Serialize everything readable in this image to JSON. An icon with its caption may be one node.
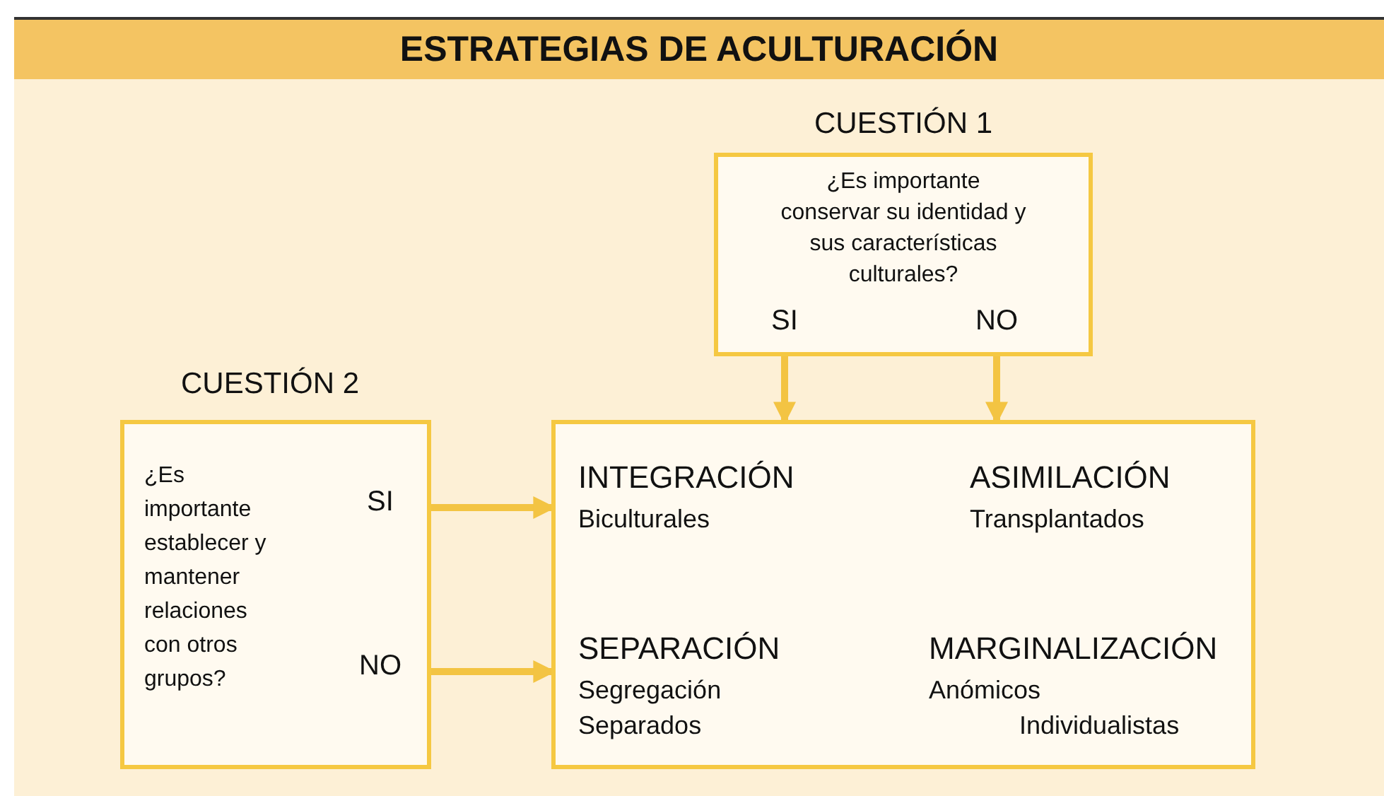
{
  "diagram": {
    "title": "ESTRATEGIAS DE ACULTURACIÓN",
    "nodes": [
      {
        "text": [
          "CUESTIÓN 1",
          "¿Es importante conservar su identidad y sus características culturales?"
        ]
      },
      {
        "text": [
          "SI"
        ],
        "in": 0
      },
      {
        "text": [
          "NO"
        ],
        "in": 0
      },
      {
        "text": [
          "CUESTIÓN 2",
          "¿Es importante establecer y mantener relaciones con otros grupos?"
        ]
      },
      {
        "text": [
          "SI"
        ],
        "in": 3
      },
      {
        "text": [
          "NO"
        ],
        "in": 3
      },
      {
        "text": [],
        "shape": "box"
      },
      {
        "text": [
          "INTEGRACIÓN",
          "Biculturales"
        ],
        "in": 6
      },
      {
        "text": [
          "ASIMILACIÓN",
          "Transplantados"
        ],
        "in": 6
      },
      {
        "text": [
          "SEPARACIÓN",
          "Segregación",
          "Separados"
        ],
        "in": 6
      },
      {
        "text": [
          "MARGINALIZACIÓN",
          "Anómicos",
          "Individualistas"
        ],
        "in": 6
      }
    ],
    "edges": [
      {
        "from": 1,
        "to": 6,
        "arrow": "to"
      },
      {
        "from": 2,
        "to": 6,
        "arrow": "to"
      },
      {
        "from": 4,
        "to": 6,
        "arrow": "to"
      },
      {
        "from": 5,
        "to": 6,
        "arrow": "to"
      }
    ]
  }
}
